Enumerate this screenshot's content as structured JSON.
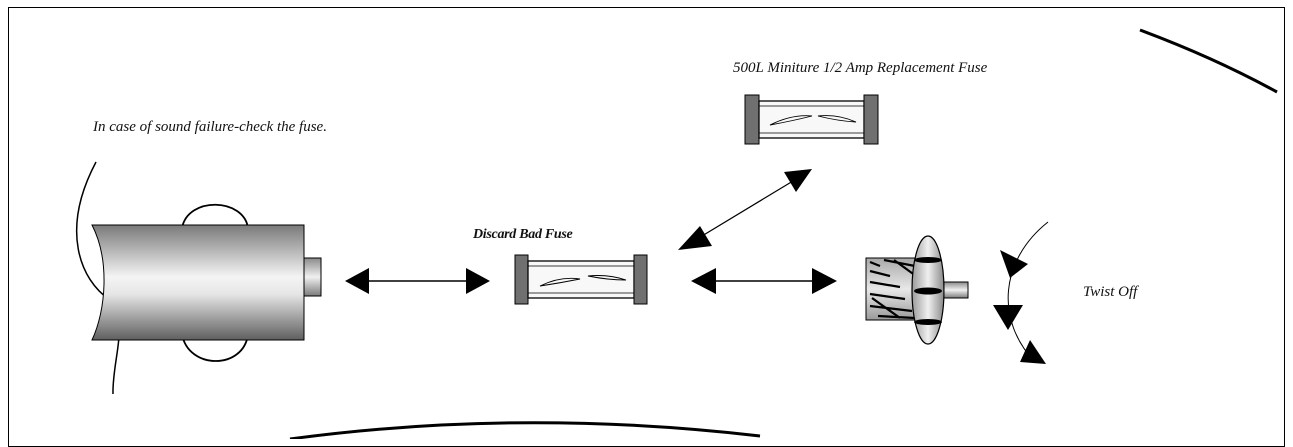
{
  "labels": {
    "intro": "In case of sound failure-check the fuse.",
    "replacement_fuse": "500L Miniture 1/2 Amp Replacement Fuse",
    "discard": "Discard Bad Fuse",
    "twist": "Twist Off"
  },
  "colors": {
    "stroke": "#000000",
    "metal_dark": "#6b6b6b",
    "metal_light": "#f2f2f2",
    "fuse_cap": "#707070",
    "background": "#ffffff"
  },
  "icons": [
    "plug-body-icon",
    "bad-fuse-icon",
    "replacement-fuse-icon",
    "plug-tip-icon",
    "twist-direction-icon"
  ]
}
